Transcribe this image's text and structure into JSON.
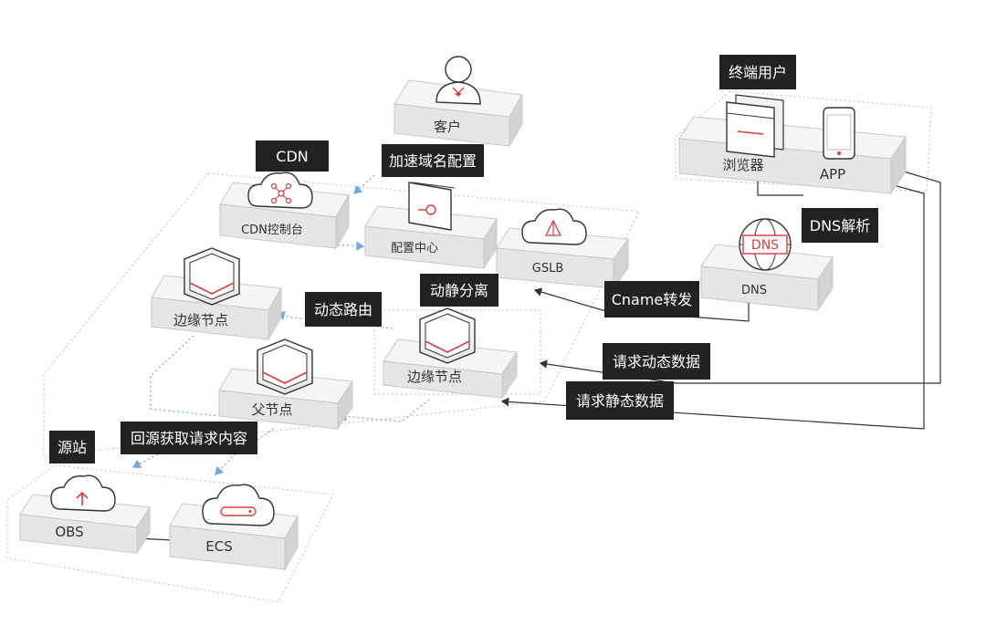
{
  "labels": {
    "cdn": "CDN",
    "accel_config": "加速域名配置",
    "terminal_user": "终端用户",
    "dns_resolve": "DNS解析",
    "cname": "Cname转发",
    "dynamic_route": "动态路由",
    "dyn_static_split": "动静分离",
    "request_dynamic": "请求动态数据",
    "request_static": "请求静态数据",
    "origin": "源站",
    "back_to_origin": "回源获取请求内容"
  },
  "nodes": {
    "customer": "客户",
    "cdn_console": "CDN控制台",
    "config_center": "配置中心",
    "gslb": "GSLB",
    "edge_left": "边缘节点",
    "edge_right": "边缘节点",
    "parent": "父节点",
    "browser": "浏览器",
    "app": "APP",
    "dns": "DNS",
    "dns_icon_text": "DNS",
    "obs": "OBS",
    "ecs": "ECS"
  },
  "colors": {
    "accent": "#d9393d",
    "label_bg": "#222222",
    "link_blue": "#7ba7d9",
    "box_front": "#e6e6e6",
    "box_top": "#f5f5f5"
  }
}
